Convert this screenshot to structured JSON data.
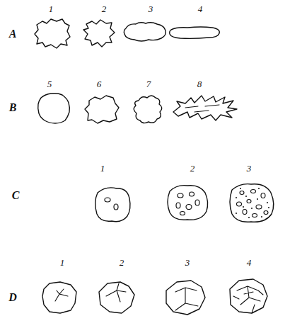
{
  "diagram": {
    "labels": [
      "1",
      "2",
      "3",
      "4",
      "A",
      "5",
      "6",
      "7",
      "8",
      "B",
      "1",
      "2",
      "3",
      "C",
      "1",
      "2",
      "3",
      "4",
      "D"
    ]
  }
}
